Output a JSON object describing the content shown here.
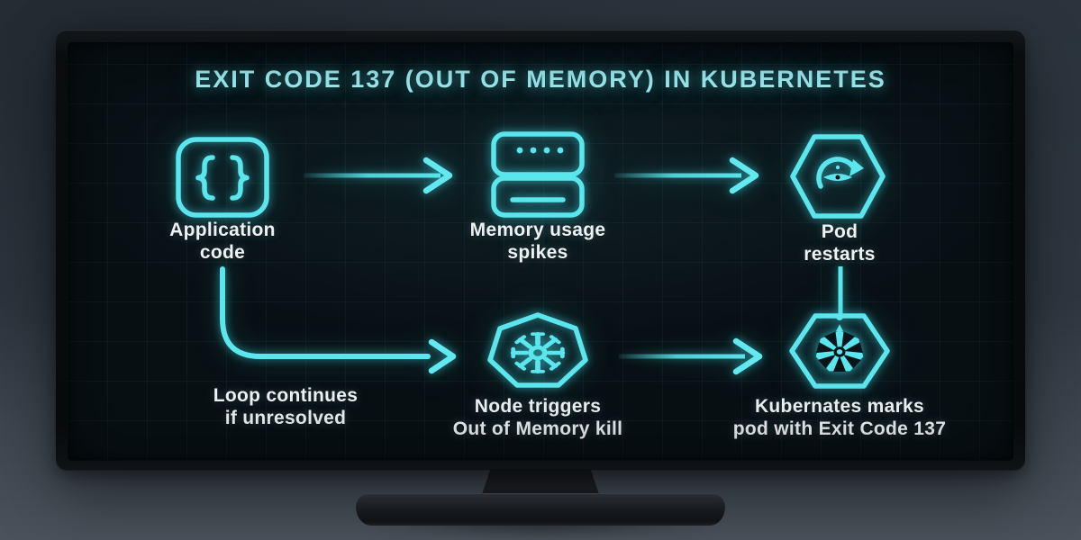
{
  "title": "EXIT CODE 137 (OUT OF MEMORY) IN KUBERNETES",
  "colors": {
    "accent": "#5ae6ec",
    "title_text": "#9feef3",
    "label_text": "#edf2f4",
    "screen_background": "#081014"
  },
  "nodes": {
    "app": {
      "icon": "code-braces-icon",
      "label1": "Application",
      "label2": "code"
    },
    "memory": {
      "icon": "memory-server-icon",
      "label1": "Memory usage",
      "label2": "spikes"
    },
    "pod": {
      "icon": "restart-hexagon-icon",
      "label1": "Pod",
      "label2": "restarts"
    },
    "loop": {
      "label1": "Loop continues",
      "label2": "if unresolved"
    },
    "oom": {
      "icon": "kubernetes-wheel-icon",
      "label1": "Node triggers",
      "label2": "Out of Memory kill"
    },
    "mark": {
      "icon": "kubernetes-hexagon-icon",
      "label1": "Kubernates marks",
      "label2": "pod with Exit Code 137"
    }
  }
}
